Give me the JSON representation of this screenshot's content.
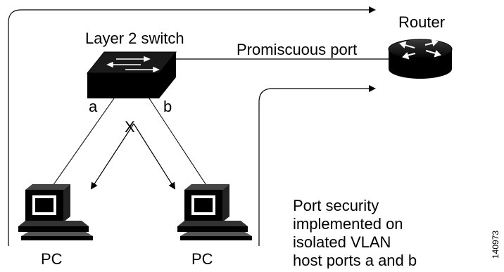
{
  "diagram": {
    "switch_label": "Layer 2 switch",
    "router_label": "Router",
    "promiscuous_label": "Promiscuous port",
    "port_a": "a",
    "port_b": "b",
    "blocked_mark": "X",
    "pc_left_label": "PC",
    "pc_right_label": "PC",
    "note_lines": [
      "Port security",
      "implemented on",
      "isolated VLAN",
      "host ports a and b"
    ],
    "figure_id": "140973"
  }
}
